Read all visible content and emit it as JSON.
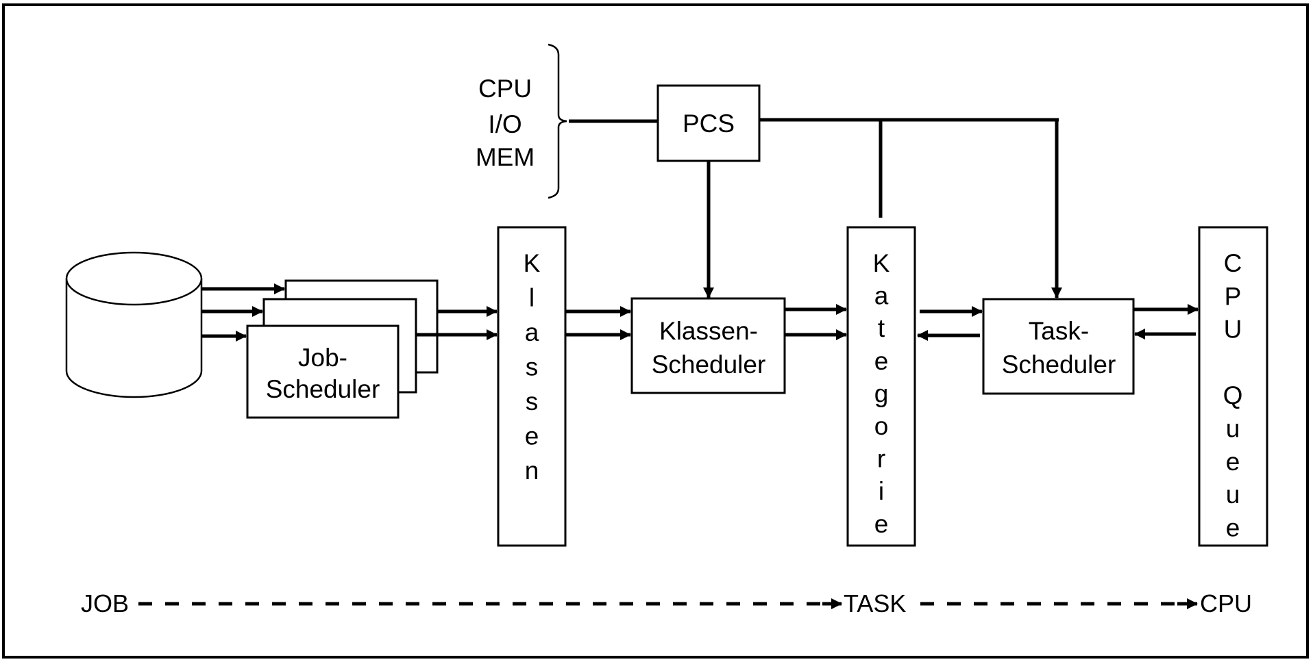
{
  "diagram": {
    "type": "scheduling-flow",
    "resources_brace": {
      "items": [
        "CPU",
        "I/O",
        "MEM"
      ]
    },
    "nodes": {
      "pcs": {
        "label": "PCS"
      },
      "database": {
        "label": ""
      },
      "job_scheduler": {
        "lines": [
          "Job-",
          "Scheduler"
        ],
        "stack_count": 3
      },
      "klassen": {
        "label": "Klassen"
      },
      "klassen_scheduler": {
        "lines": [
          "Klassen-",
          "Scheduler"
        ]
      },
      "kategorie": {
        "label": "Kategorie"
      },
      "task_scheduler": {
        "lines": [
          "Task-",
          "Scheduler"
        ]
      },
      "cpu_queue": {
        "label": "CPU Queue"
      }
    },
    "flow_labels": {
      "job": "JOB",
      "task": "TASK",
      "cpu": "CPU"
    },
    "edges": [
      {
        "from": "resources_brace",
        "to": "pcs",
        "arrow": false
      },
      {
        "from": "pcs",
        "to": "klassen_scheduler",
        "arrow": true
      },
      {
        "from": "pcs",
        "to": "kategorie",
        "arrow": false
      },
      {
        "from": "pcs",
        "to": "task_scheduler",
        "arrow": true
      },
      {
        "from": "database",
        "to": "job_scheduler",
        "count": 3,
        "arrow": true
      },
      {
        "from": "job_scheduler",
        "to": "klassen",
        "count": 2,
        "arrow": true
      },
      {
        "from": "klassen",
        "to": "klassen_scheduler",
        "count": 2,
        "arrow": true
      },
      {
        "from": "klassen_scheduler",
        "to": "kategorie",
        "count": 2,
        "arrow": true
      },
      {
        "from": "kategorie",
        "to": "task_scheduler",
        "arrow": true
      },
      {
        "from": "task_scheduler",
        "to": "kategorie",
        "arrow": true
      },
      {
        "from": "task_scheduler",
        "to": "cpu_queue",
        "arrow": true
      },
      {
        "from": "cpu_queue",
        "to": "task_scheduler",
        "arrow": true
      },
      {
        "from": "job",
        "to": "task",
        "style": "dashed",
        "arrow": true
      },
      {
        "from": "task",
        "to": "cpu",
        "style": "dashed",
        "arrow": true
      }
    ]
  }
}
